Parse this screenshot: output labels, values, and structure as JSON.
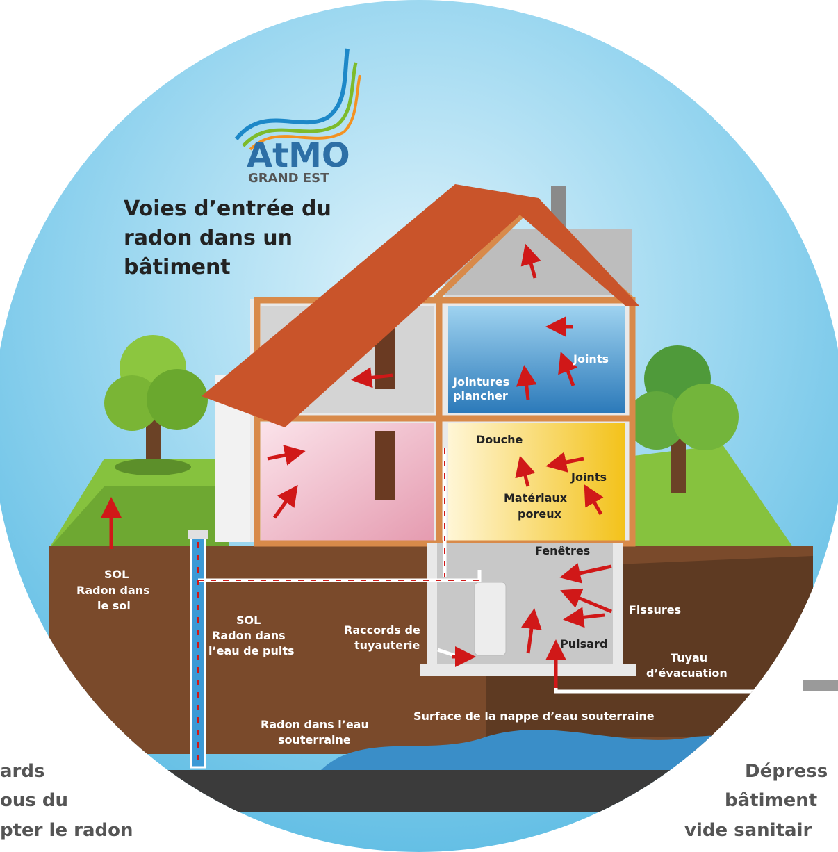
{
  "logo": {
    "brand_text": "AtMO",
    "region_text": "GRAND EST"
  },
  "title_lines": [
    "Voies d’entrée du",
    "radon dans un",
    "bâtiment"
  ],
  "labels": {
    "joints_top": "Joints",
    "jointures_line1": "Jointures",
    "jointures_line2": "plancher",
    "douche": "Douche",
    "joints_mid": "Joints",
    "materiaux_line1": "Matériaux",
    "materiaux_line2": "poreux",
    "fenetres": "Fenêtres",
    "fissures": "Fissures",
    "puisard": "Puisard",
    "tuyau_line1": "Tuyau",
    "tuyau_line2": "d’évacuation",
    "raccords_line1": "Raccords de",
    "raccords_line2": "tuyauterie",
    "sol1_line1": "SOL",
    "sol1_line2": "Radon dans",
    "sol1_line3": "le sol",
    "sol2_line1": "SOL",
    "sol2_line2": "Radon dans",
    "sol2_line3": "l’eau de puits",
    "radon_eau_line1": "Radon dans l’eau",
    "radon_eau_line2": "souterraine",
    "nappe": "Surface de la nappe d’eau souterraine"
  },
  "left_caption": [
    "ards",
    "ous du",
    "pter le radon"
  ],
  "right_caption": [
    "Dépress",
    "bâtiment",
    "vide sanitair"
  ],
  "colors": {
    "sky": "#6cc3e6",
    "roof": "#c9542a",
    "frame": "#d88a4a",
    "soil": "#7a4a2b",
    "grass": "#7fba3a",
    "water": "#3a8ec8",
    "arrow": "#d01818"
  }
}
